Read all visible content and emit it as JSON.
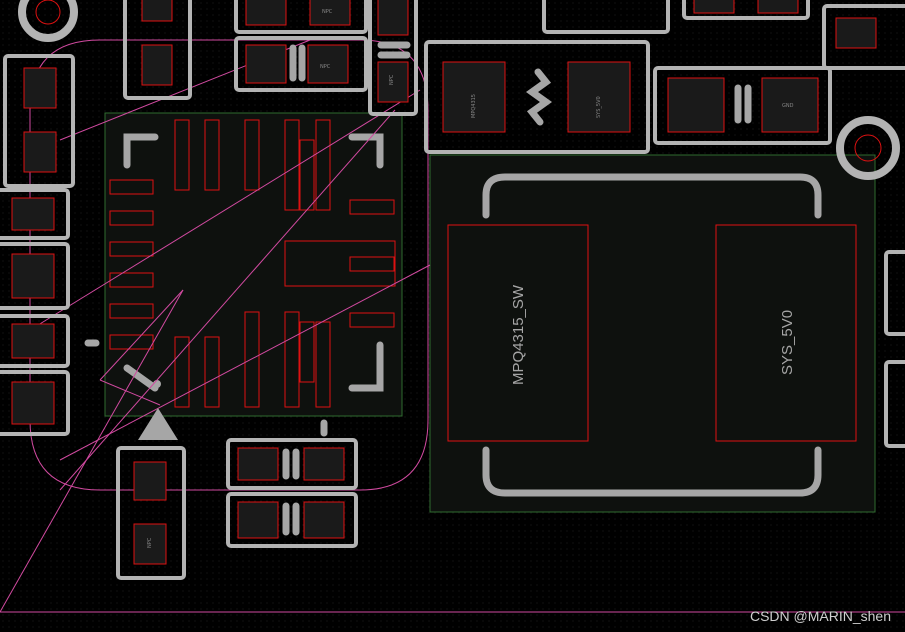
{
  "board": {
    "refdes_sw": "MPQ4315_SW",
    "refdes_5v": "SYS_5V0",
    "tiny_labels": [
      "NPC",
      "NPC",
      "NPC",
      "NPC",
      "MPQ4315",
      "SYS_5V0",
      "GND"
    ]
  },
  "colors": {
    "background": "#000000",
    "pad_outline": "#b3b3b3",
    "pad_copper_outline": "#dd1111",
    "courtyard": "#2f6b2f",
    "keepout": "#d14aa0",
    "silkscreen": "#a6a6a6"
  },
  "watermark": "CSDN @MARIN_shen"
}
